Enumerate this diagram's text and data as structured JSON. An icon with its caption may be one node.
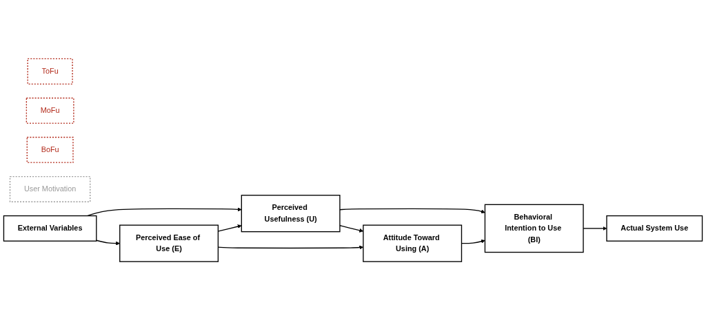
{
  "diagram": {
    "nodes": [
      {
        "text": [
          "ToFu"
        ]
      },
      {
        "text": [
          "MoFu"
        ]
      },
      {
        "text": [
          "BoFu"
        ]
      },
      {
        "text": [
          "User Motivation"
        ]
      },
      {
        "text": [
          "External Variables"
        ]
      },
      {
        "text": [
          "Perceived Usefulness (U)"
        ]
      },
      {
        "text": [
          "Perceived Ease of Use (E)"
        ]
      },
      {
        "text": [
          "Attitude Toward Using (A)"
        ]
      },
      {
        "text": [
          "Behavioral Intention to Use (BI)"
        ]
      },
      {
        "text": [
          "Actual System Use"
        ]
      }
    ],
    "edges": [
      {
        "from": 4,
        "to": 5,
        "arrow": "to"
      },
      {
        "from": 4,
        "to": 6,
        "arrow": "to"
      },
      {
        "from": 6,
        "to": 5,
        "arrow": "to"
      },
      {
        "from": 5,
        "to": 7,
        "arrow": "to"
      },
      {
        "from": 6,
        "to": 7,
        "arrow": "to"
      },
      {
        "from": 5,
        "to": 8,
        "arrow": "to"
      },
      {
        "from": 7,
        "to": 8,
        "arrow": "to"
      },
      {
        "from": 8,
        "to": 9,
        "arrow": "to"
      }
    ]
  }
}
